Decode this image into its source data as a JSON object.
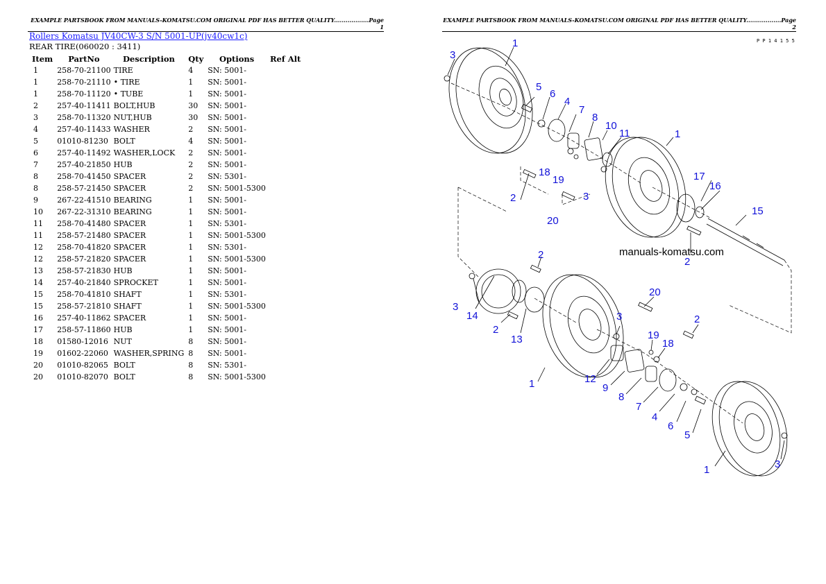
{
  "header": {
    "page1": "EXAMPLE PARTSBOOK FROM MANUALS-KOMATSU.COM ORIGINAL PDF HAS BETTER QUALITY..................Page 1",
    "page2": "EXAMPLE PARTSBOOK FROM MANUALS-KOMATSU.COM ORIGINAL PDF HAS BETTER QUALITY..................Page 2"
  },
  "title_link": "Rollers Komatsu JV40CW-3 S/N 5001-UP(jv40cw1c)",
  "subtitle": "REAR TIRE(060020 : 3411)",
  "columns": [
    "Item",
    "PartNo",
    "Description",
    "Qty",
    "Options",
    "Ref Alt"
  ],
  "rows": [
    [
      "1",
      "258-70-21100",
      "TIRE",
      "4",
      "SN: 5001-",
      ""
    ],
    [
      "1",
      "258-70-21110",
      "• TIRE",
      "1",
      "SN: 5001-",
      ""
    ],
    [
      "1",
      "258-70-11120",
      "• TUBE",
      "1",
      "SN: 5001-",
      ""
    ],
    [
      "2",
      "257-40-11411",
      "BOLT,HUB",
      "30",
      "SN: 5001-",
      ""
    ],
    [
      "3",
      "258-70-11320",
      "NUT,HUB",
      "30",
      "SN: 5001-",
      ""
    ],
    [
      "4",
      "257-40-11433",
      "WASHER",
      "2",
      "SN: 5001-",
      ""
    ],
    [
      "5",
      "01010-81230",
      "BOLT",
      "4",
      "SN: 5001-",
      ""
    ],
    [
      "6",
      "257-40-11492",
      "WASHER,LOCK",
      "2",
      "SN: 5001-",
      ""
    ],
    [
      "7",
      "257-40-21850",
      "HUB",
      "2",
      "SN: 5001-",
      ""
    ],
    [
      "8",
      "258-70-41450",
      "SPACER",
      "2",
      "SN: 5301-",
      ""
    ],
    [
      "8",
      "258-57-21450",
      "SPACER",
      "2",
      "SN: 5001-5300",
      ""
    ],
    [
      "9",
      "267-22-41510",
      "BEARING",
      "1",
      "SN: 5001-",
      ""
    ],
    [
      "10",
      "267-22-31310",
      "BEARING",
      "1",
      "SN: 5001-",
      ""
    ],
    [
      "11",
      "258-70-41480",
      "SPACER",
      "1",
      "SN: 5301-",
      ""
    ],
    [
      "11",
      "258-57-21480",
      "SPACER",
      "1",
      "SN: 5001-5300",
      ""
    ],
    [
      "12",
      "258-70-41820",
      "SPACER",
      "1",
      "SN: 5301-",
      ""
    ],
    [
      "12",
      "258-57-21820",
      "SPACER",
      "1",
      "SN: 5001-5300",
      ""
    ],
    [
      "13",
      "258-57-21830",
      "HUB",
      "1",
      "SN: 5001-",
      ""
    ],
    [
      "14",
      "257-40-21840",
      "SPROCKET",
      "1",
      "SN: 5001-",
      ""
    ],
    [
      "15",
      "258-70-41810",
      "SHAFT",
      "1",
      "SN: 5301-",
      ""
    ],
    [
      "15",
      "258-57-21810",
      "SHAFT",
      "1",
      "SN: 5001-5300",
      ""
    ],
    [
      "16",
      "257-40-11862",
      "SPACER",
      "1",
      "SN: 5001-",
      ""
    ],
    [
      "17",
      "258-57-11860",
      "HUB",
      "1",
      "SN: 5001-",
      ""
    ],
    [
      "18",
      "01580-12016",
      "NUT",
      "8",
      "SN: 5001-",
      ""
    ],
    [
      "19",
      "01602-22060",
      "WASHER,SPRING",
      "8",
      "SN: 5001-",
      ""
    ],
    [
      "20",
      "01010-82065",
      "BOLT",
      "8",
      "SN: 5301-",
      ""
    ],
    [
      "20",
      "01010-82070",
      "BOLT",
      "8",
      "SN: 5001-5300",
      ""
    ]
  ],
  "diagram": {
    "watermark": "manuals-komatsu.com",
    "code": "P P 1 4 1 5 5",
    "callouts": [
      "1",
      "3",
      "5",
      "6",
      "4",
      "7",
      "8",
      "10",
      "11",
      "1",
      "18",
      "19",
      "2",
      "3",
      "20",
      "17",
      "16",
      "15",
      "2",
      "2",
      "3",
      "14",
      "2",
      "13",
      "1",
      "20",
      "3",
      "2",
      "19",
      "18",
      "12",
      "9",
      "8",
      "7",
      "4",
      "6",
      "5",
      "1",
      "3"
    ]
  }
}
